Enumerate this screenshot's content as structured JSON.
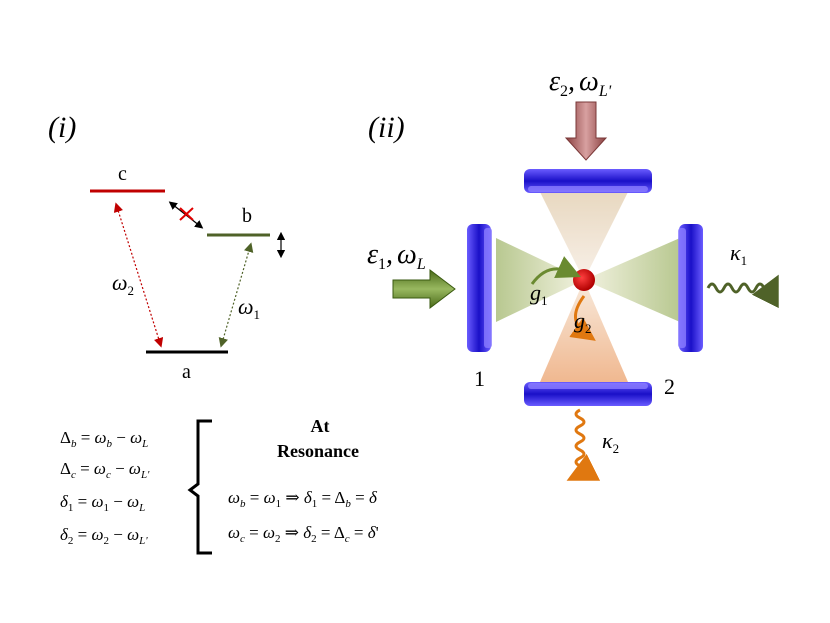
{
  "panel_i": {
    "label": "(i)",
    "level_c": "c",
    "level_b": "b",
    "level_a": "a",
    "omega2": {
      "base": "ω",
      "sub": "2"
    },
    "omega1": {
      "base": "ω",
      "sub": "1"
    },
    "colors": {
      "level_c": "#c00000",
      "level_b": "#4f6228",
      "level_a": "#000000"
    }
  },
  "panel_ii": {
    "label": "(ii)",
    "drive_top": "ε₂, ωL'",
    "drive_left": "ε₁, ωL",
    "kappa1": {
      "base": "κ",
      "sub": "1"
    },
    "kappa2": {
      "base": "κ",
      "sub": "2"
    },
    "g1": {
      "base": "g",
      "sub": "1"
    },
    "g2": {
      "base": "g",
      "sub": "2"
    },
    "cavity1_label": "1",
    "cavity2_label": "2",
    "colors": {
      "mirror": "#2a1bd9",
      "atom": "#c00000",
      "arrow_top": "#a05050",
      "arrow_left": "#5a7a20",
      "kappa1": "#4f6228",
      "kappa2": "#e07810"
    }
  },
  "equations": {
    "left": [
      "Δb = ωb − ωL",
      "Δc = ωc − ωL'",
      "δ1 = ω1 − ωL",
      "δ2 = ω2 − ωL'"
    ],
    "resonance_title_1": "At",
    "resonance_title_2": "Resonance",
    "right": [
      "ωb = ω1 ⇒ δ1 = Δb = δ",
      "ωc = ω2 ⇒ δ2 = Δc = δ'"
    ]
  }
}
